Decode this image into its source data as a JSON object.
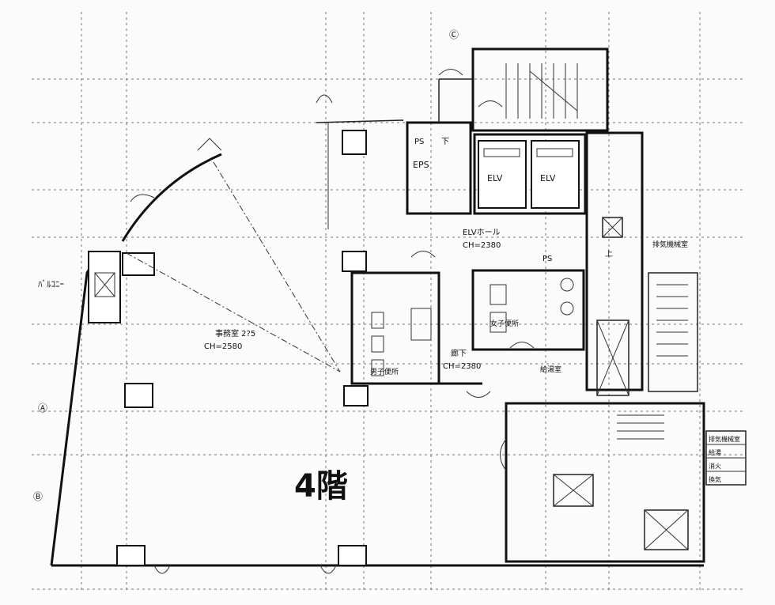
{
  "floor_title": "4階",
  "labels": {
    "balcony": "ﾊﾞﾙｺﾆｰ",
    "office": "事務室 2?5",
    "office_ch": "CH=2580",
    "elv_hall": "ELVホール",
    "elv_hall_ch": "CH=2380",
    "corridor": "廊下",
    "corridor_ch": "CH=2380",
    "eps": "EPS",
    "ps": "PS",
    "elv_1": "ELV",
    "elv_2": "ELV",
    "mens_toilet": "男子便所",
    "womens_toilet": "女子便所",
    "kitchen": "給湯室",
    "exhaust": "排気機械室",
    "stairs_down": "下",
    "stairs_up": "上",
    "legend_1": "排気機械室",
    "legend_2": "給湯",
    "legend_3": "消火",
    "legend_4": "換気",
    "grid_a": "Ⓐ",
    "grid_b": "Ⓑ",
    "grid_c": "Ⓒ"
  }
}
